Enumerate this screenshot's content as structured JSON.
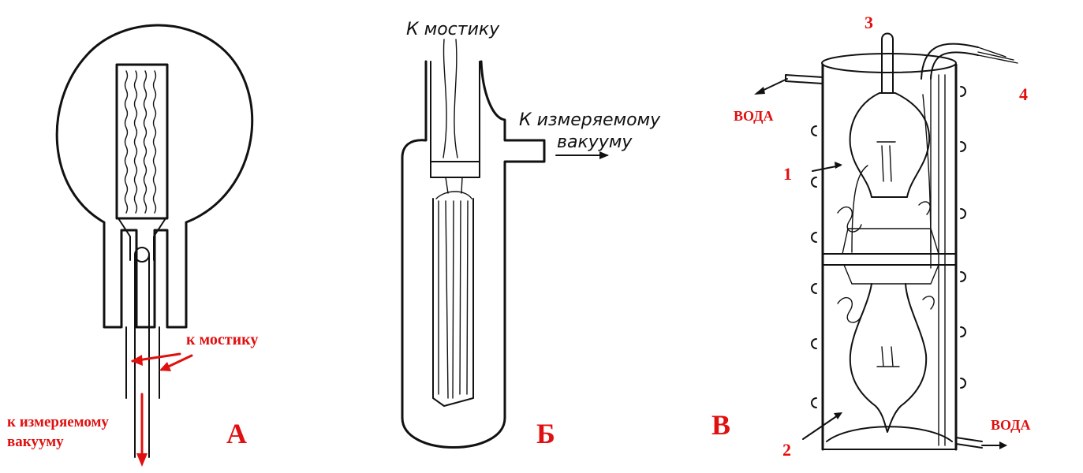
{
  "panels": {
    "a": {
      "letter": "А",
      "label_bridge": "к мостику",
      "label_vacuum_line1": "к измеряемому",
      "label_vacuum_line2": "вакууму"
    },
    "b": {
      "letter": "Б",
      "label_bridge": "К мостику",
      "label_vacuum_line1": "К измеряемому",
      "label_vacuum_line2": "вакууму"
    },
    "c": {
      "letter": "В",
      "water_top": "ВОДА",
      "water_bottom": "ВОДА",
      "callout_1": "1",
      "callout_2": "2",
      "callout_3": "3",
      "callout_4": "4"
    }
  },
  "colors": {
    "annotation": "#e01010",
    "ink": "#111111"
  }
}
